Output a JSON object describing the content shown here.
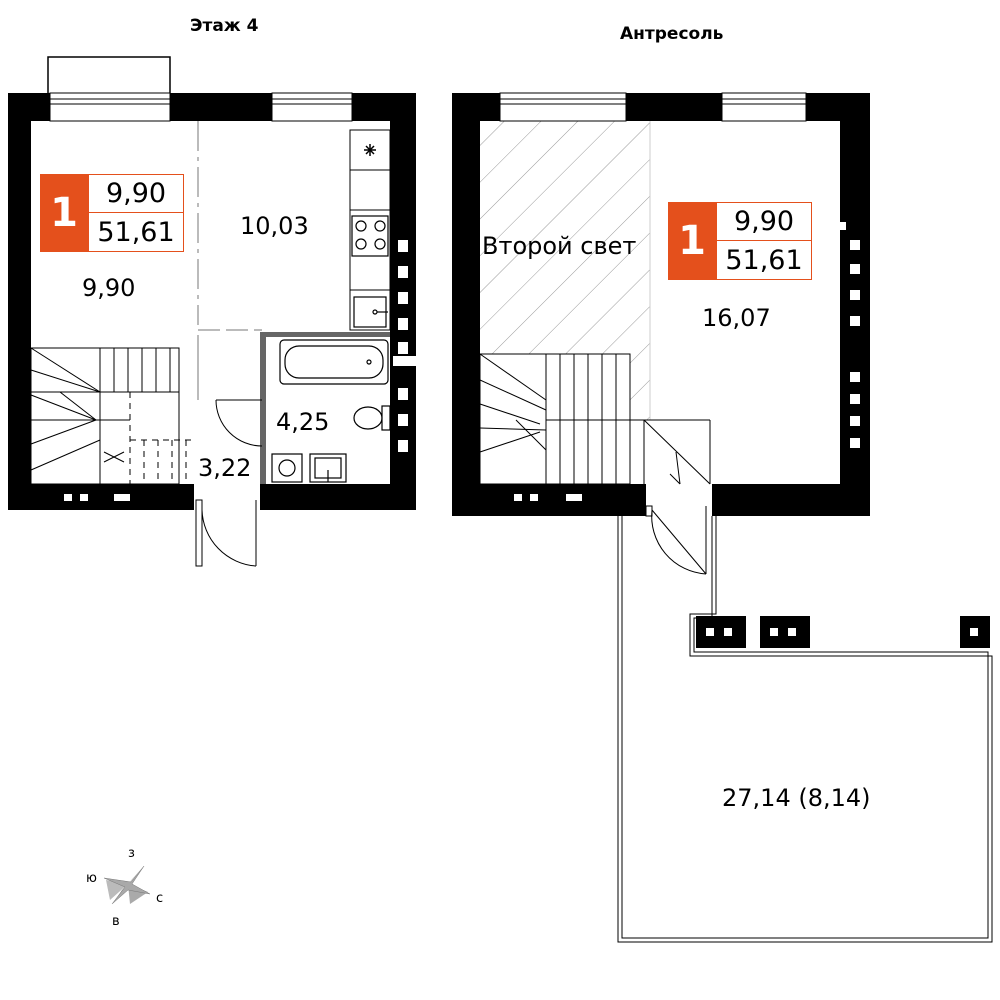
{
  "floors": {
    "floor4_title": "Этаж 4",
    "mezzanine_title": "Антресоль"
  },
  "badge_left": {
    "rooms": "1",
    "living": "9,90",
    "total": "51,61"
  },
  "badge_right": {
    "rooms": "1",
    "living": "9,90",
    "total": "51,61"
  },
  "rooms": {
    "room_living": "9,90",
    "kitchen": "10,03",
    "bathroom": "4,25",
    "hall": "3,22",
    "second_light": "Второй свет",
    "mezzanine": "16,07",
    "terrace": "27,14 (8,14)"
  },
  "compass": {
    "north": "з",
    "west": "ю",
    "east": "с",
    "south": "в"
  },
  "colors": {
    "accent": "#e4501c",
    "wall": "#000000",
    "hatch": "#9a9a9a"
  },
  "icons": [
    "stove-icon",
    "sink-icon",
    "bathtub-icon",
    "toilet-icon",
    "washing-machine-icon",
    "exhaust-icon",
    "compass-icon"
  ]
}
